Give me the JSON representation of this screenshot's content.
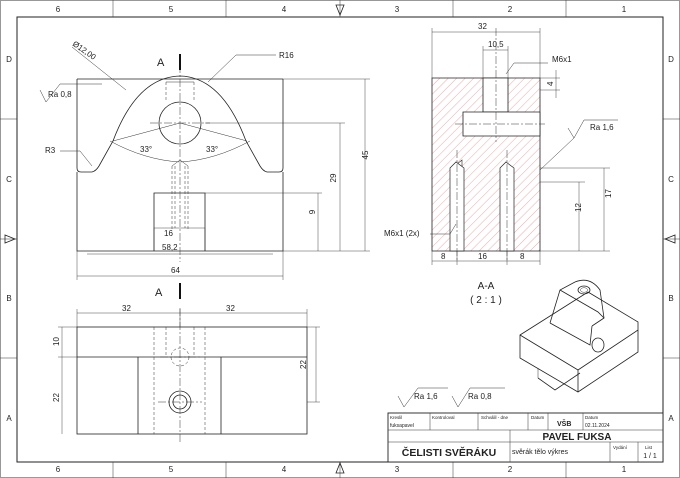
{
  "zones": {
    "columns": [
      "6",
      "5",
      "4",
      "3",
      "2",
      "1"
    ],
    "rows": [
      "D",
      "C",
      "B",
      "A"
    ]
  },
  "front_view": {
    "section_letter_top": "A",
    "section_letter_bottom": "A",
    "diameter": "Ø12,00",
    "radius_top": "R16",
    "radius_fillet": "R3",
    "roughness": "Ra 0,8",
    "angle_left": "33°",
    "angle_right": "33°",
    "dim_height_total": "45",
    "dim_height_29": "29",
    "dim_height_9": "9",
    "dim_slot": "16",
    "dim_base": "58,2",
    "dim_width": "64"
  },
  "section_view": {
    "dim_top_width": "32",
    "dim_slot": "10,5",
    "thread_top": "M6x1",
    "dim_depth_4": "4",
    "roughness": "Ra 1,6",
    "dim_17": "17",
    "dim_12": "12",
    "thread_bottom": "M6x1 (2x)",
    "dim_left_8": "8",
    "dim_middle_16": "16",
    "dim_right_8": "8",
    "title": "A-A",
    "scale": "( 2 : 1 )"
  },
  "top_view": {
    "dim_left_32": "32",
    "dim_right_32": "32",
    "dim_10": "10",
    "dim_22_left": "22",
    "dim_22_right": "22"
  },
  "surface_symbols": {
    "left": "Ra 1,6",
    "right": "Ra 0,8"
  },
  "title_block": {
    "h_kreslil": "Kreslil",
    "h_kontroloval": "Kontroloval",
    "h_schvalil": "Schválil - dne",
    "h_datum1": "Datum",
    "h_datum2": "Datum",
    "kreslil_value": "fuksapavel",
    "organization": "VŠB",
    "date": "02.11.2024",
    "part_name": "ČELISTI SVĚRÁKU",
    "author": "PAVEL FUKSA",
    "description": "svěrák tělo výkres",
    "h_vydani": "Vydání",
    "h_list": "List",
    "sheet": "1 / 1"
  }
}
